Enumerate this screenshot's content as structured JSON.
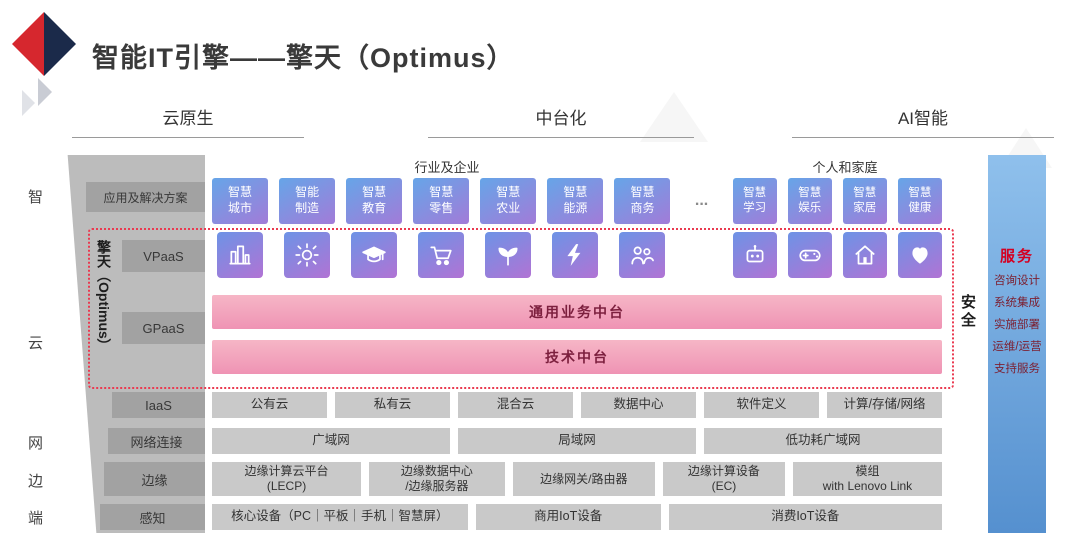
{
  "header": {
    "title": "智能IT引擎——擎天（Optimus）",
    "pillars": [
      {
        "label": "云原生"
      },
      {
        "label": "中台化"
      },
      {
        "label": "AI智能"
      }
    ]
  },
  "left_rail": {
    "items": [
      "智",
      "云",
      "网",
      "边",
      "端"
    ]
  },
  "row_labels": {
    "apps": "应用及解决方案",
    "optimus": "擎天（Optimus）",
    "vpaas": "VPaaS",
    "gpaas": "GPaaS",
    "iaas": "IaaS",
    "network": "网络连接",
    "edge": "边缘",
    "sensing": "感知"
  },
  "apps": {
    "group_industry": "行业及企业",
    "group_personal": "个人和家庭",
    "ellipsis": "...",
    "industry": [
      {
        "line1": "智慧",
        "line2": "城市",
        "icon": "city-icon"
      },
      {
        "line1": "智能",
        "line2": "制造",
        "icon": "manufacturing-gear-icon"
      },
      {
        "line1": "智慧",
        "line2": "教育",
        "icon": "education-cap-icon"
      },
      {
        "line1": "智慧",
        "line2": "零售",
        "icon": "retail-cart-icon"
      },
      {
        "line1": "智慧",
        "line2": "农业",
        "icon": "agriculture-sprout-icon"
      },
      {
        "line1": "智慧",
        "line2": "能源",
        "icon": "energy-bolt-icon"
      },
      {
        "line1": "智慧",
        "line2": "商务",
        "icon": "business-people-icon"
      }
    ],
    "personal": [
      {
        "line1": "智慧",
        "line2": "学习",
        "icon": "learning-robot-icon"
      },
      {
        "line1": "智慧",
        "line2": "娱乐",
        "icon": "gamepad-icon"
      },
      {
        "line1": "智慧",
        "line2": "家居",
        "icon": "home-icon"
      },
      {
        "line1": "智慧",
        "line2": "健康",
        "icon": "health-heart-icon"
      }
    ]
  },
  "gpaas": {
    "bars": [
      "通用业务中台",
      "技术中台"
    ]
  },
  "iaas": {
    "items": [
      "公有云",
      "私有云",
      "混合云",
      "数据中心",
      "软件定义",
      "计算/存储/网络"
    ]
  },
  "network": {
    "items": [
      "广域网",
      "局域网",
      "低功耗广域网"
    ]
  },
  "edge": {
    "items": [
      {
        "line1": "边缘计算云平台",
        "line2": "(LECP)"
      },
      {
        "line1": "边缘数据中心",
        "line2": "/边缘服务器"
      },
      {
        "line1": "边缘网关/路由器",
        "line2": ""
      },
      {
        "line1": "边缘计算设备",
        "line2": "(EC)"
      },
      {
        "line1": "模组",
        "line2": "with Lenovo Link"
      }
    ]
  },
  "sensing": {
    "items": [
      "核心设备（PC｜平板｜手机｜智慧屏）",
      "商用IoT设备",
      "消费IoT设备"
    ]
  },
  "security": {
    "label": "安全"
  },
  "services": {
    "title": "服务",
    "items": [
      "咨询设计",
      "系统集成",
      "实施部署",
      "运维/运营",
      "支持服务"
    ]
  },
  "colors": {
    "tile_blue": "#66a5e8",
    "tile_purple": "#a27bd8",
    "bar_pink": "#ef93b4",
    "accent_red": "#ea3a50",
    "service_blue": "#5590cf",
    "service_title_red": "#d40022"
  }
}
